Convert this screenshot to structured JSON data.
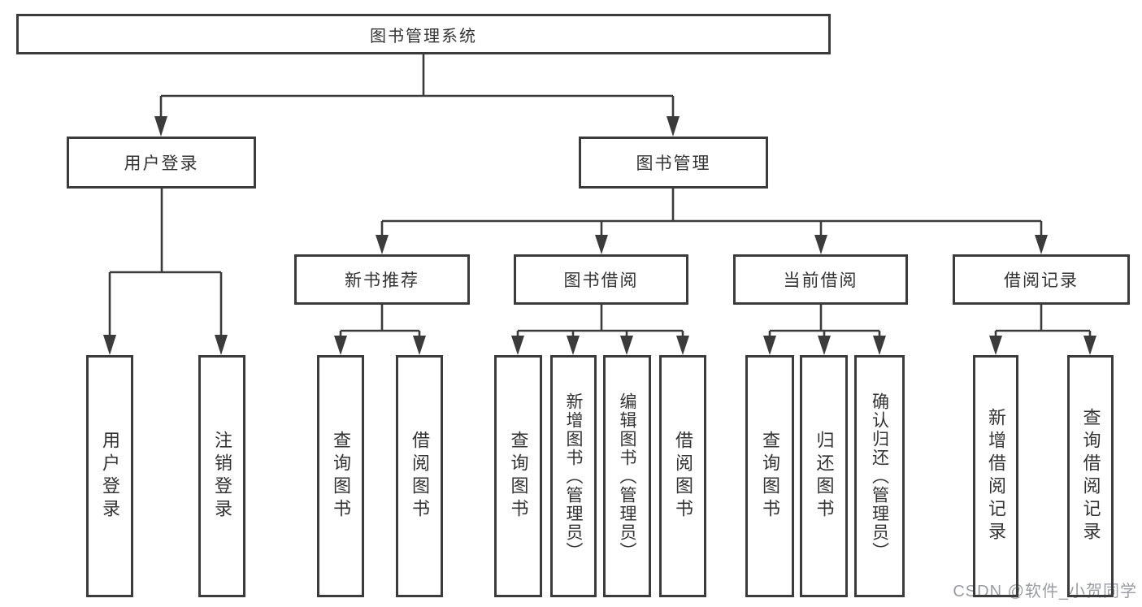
{
  "diagram_title": "图书管理系统",
  "nodes": {
    "root": "图书管理系统",
    "user_login": "用户登录",
    "book_management": "图书管理",
    "new_book_recommend": "新书推荐",
    "book_borrow": "图书借阅",
    "current_borrow": "当前借阅",
    "borrow_records": "借阅记录",
    "leaf_user_login": "用户登录",
    "leaf_logout": "注销登录",
    "leaf_query_books_a": "查询图书",
    "leaf_borrow_books_a": "借阅图书",
    "leaf_query_books_b": "查询图书",
    "leaf_add_book_admin": "新增图书（管理员）",
    "leaf_edit_book_admin": "编辑图书（管理员）",
    "leaf_borrow_books_b": "借阅图书",
    "leaf_query_books_c": "查询图书",
    "leaf_return_books": "归还图书",
    "leaf_confirm_return_admin": "确认归还（管理员）",
    "leaf_add_borrow_record": "新增借阅记录",
    "leaf_query_borrow_record": "查询借阅记录"
  },
  "watermark": "CSDN @软件_小贺同学",
  "colors": {
    "line": "#3b3b3b",
    "text": "#333333",
    "background": "#ffffff",
    "watermark": "#9a9da3"
  }
}
